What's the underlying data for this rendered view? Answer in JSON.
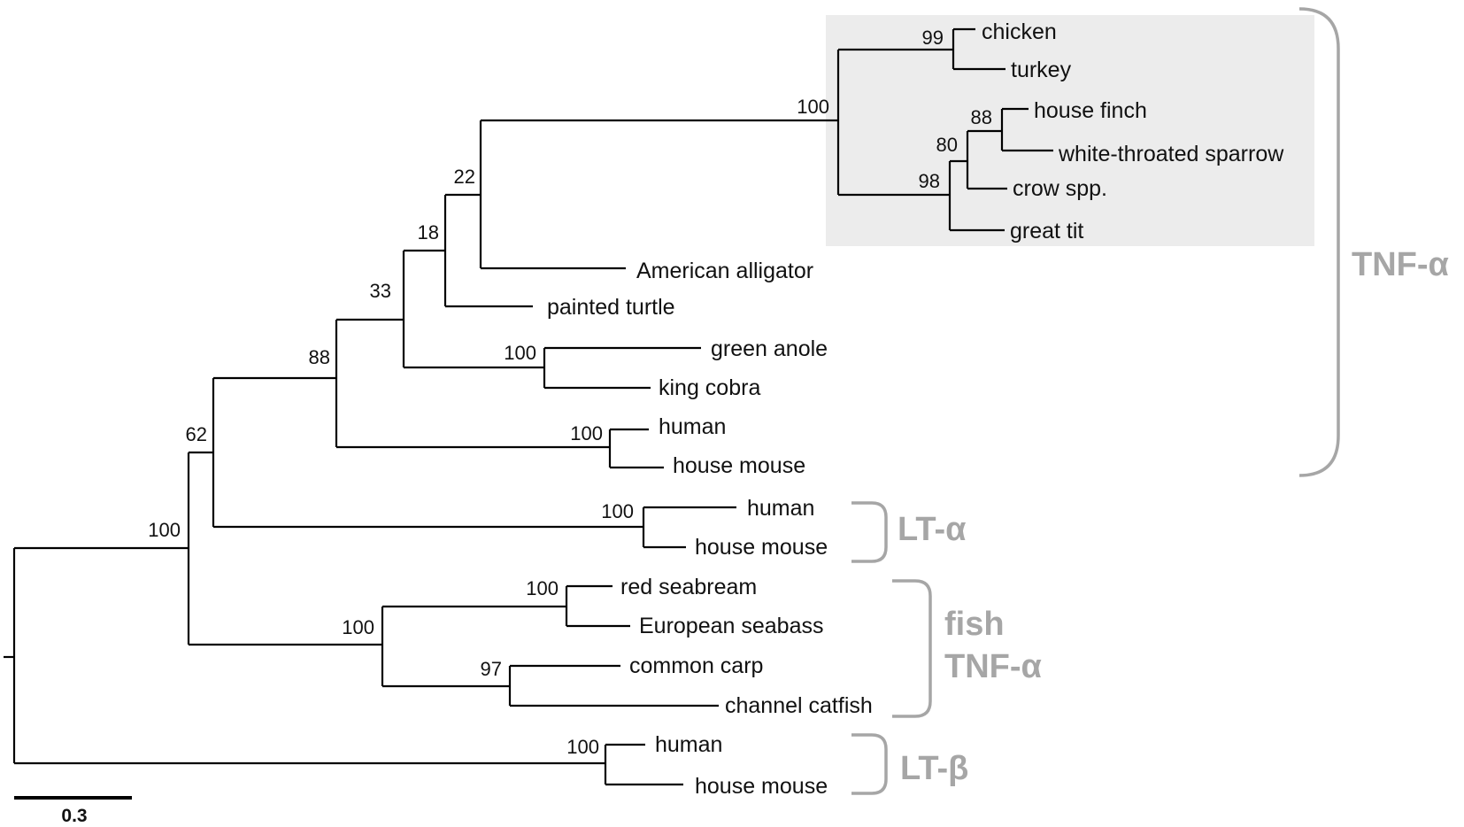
{
  "highlight_color": "#ececec",
  "group_color": "#a6a6a6",
  "taxa": {
    "chicken": "chicken",
    "turkey": "turkey",
    "house_finch": "house finch",
    "white_throated_sparrow": "white-throated sparrow",
    "crow": "crow spp.",
    "great_tit": "great tit",
    "alligator": "American alligator",
    "turtle": "painted turtle",
    "anole": "green anole",
    "cobra": "king cobra",
    "tnfa_human": "human",
    "tnfa_mouse": "house mouse",
    "lta_human": "human",
    "lta_mouse": "house mouse",
    "seabream": "red seabream",
    "seabass": "European seabass",
    "carp": "common carp",
    "catfish": "channel catfish",
    "ltb_human": "human",
    "ltb_mouse": "house mouse"
  },
  "bootstrap": {
    "chicken_turkey": "99",
    "birds": "100",
    "finch_sparrow": "88",
    "finch_sparrow_crow": "80",
    "passerines": "98",
    "archosaurs": "22",
    "turtle_archosaurs": "18",
    "reptiles": "33",
    "squamates": "100",
    "tnfa_all": "88",
    "tnfa_mammals": "100",
    "tnfa_lta": "62",
    "lta_mammals": "100",
    "root_ingroup": "100",
    "fish": "100",
    "fish_marine": "100",
    "fish_freshwater": "97",
    "ltb_mammals": "100"
  },
  "groups": {
    "tnfa": "TNF-α",
    "lta": "LT-α",
    "fish_line1": "fish",
    "fish_line2": "TNF-α",
    "ltb": "LT-β"
  },
  "scale_bar": {
    "label": "0.3"
  }
}
